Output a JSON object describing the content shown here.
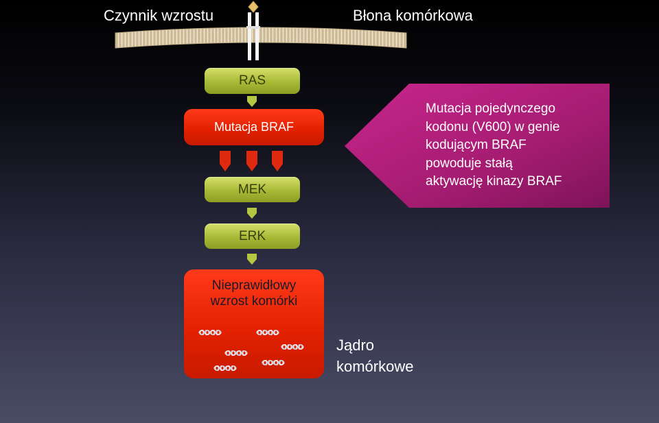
{
  "header": {
    "growth_factor": "Czynnik wzrostu",
    "cell_membrane": "Błona komórkowa"
  },
  "pathway": {
    "ras": "RAS",
    "braf": "Mutacja BRAF",
    "mek": "MEK",
    "erk": "ERK",
    "outcome_line1": "Nieprawidłowy",
    "outcome_line2": "wzrost komórki"
  },
  "callout": {
    "lines": [
      "Mutacja pojedynczego",
      "kodonu (V600) w genie",
      "kodującym BRAF",
      "powoduje stałą",
      "aktywację kinazy BRAF"
    ]
  },
  "nucleus": {
    "line1": "Jądro",
    "line2": "komórkowe"
  },
  "colors": {
    "green_box": "#a7b936",
    "red_box": "#e02000",
    "callout": "#b0207a",
    "membrane": "#d8c8a8"
  },
  "icons": [
    "growth-factor-diamond-icon",
    "receptor-icon",
    "membrane-icon",
    "dna-icon",
    "arrow-down-icon"
  ]
}
